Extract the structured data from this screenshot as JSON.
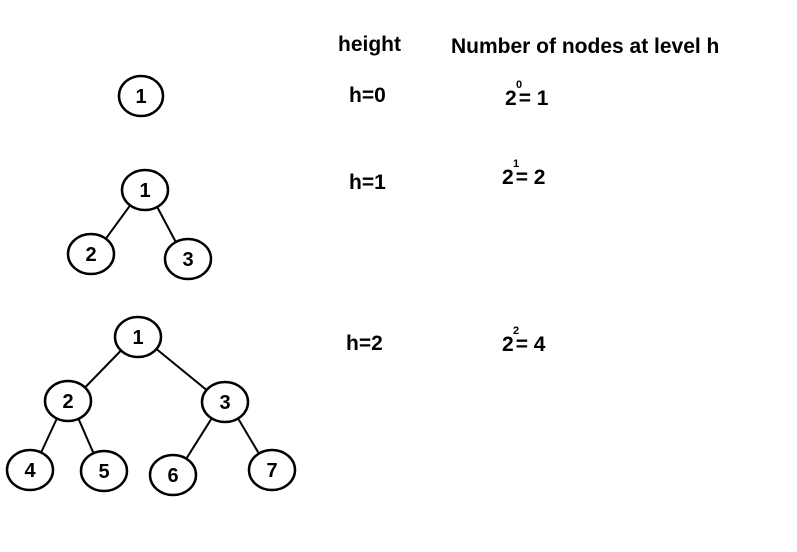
{
  "headers": {
    "height": "height",
    "count": "Number of nodes at level h"
  },
  "rows": [
    {
      "label": "h=0",
      "base": "2",
      "exponent": "0",
      "result": "= 1"
    },
    {
      "label": "h=1",
      "base": "2",
      "exponent": "1",
      "result": "= 2"
    },
    {
      "label": "h=2",
      "base": "2",
      "exponent": "2",
      "result": "= 4"
    }
  ],
  "trees": [
    {
      "nodes": [
        "1"
      ],
      "edges": []
    },
    {
      "nodes": [
        "1",
        "2",
        "3"
      ],
      "edges": [
        [
          "1",
          "2"
        ],
        [
          "1",
          "3"
        ]
      ]
    },
    {
      "nodes": [
        "1",
        "2",
        "3",
        "4",
        "5",
        "6",
        "7"
      ],
      "edges": [
        [
          "1",
          "2"
        ],
        [
          "1",
          "3"
        ],
        [
          "2",
          "4"
        ],
        [
          "2",
          "5"
        ],
        [
          "3",
          "6"
        ],
        [
          "3",
          "7"
        ]
      ]
    }
  ],
  "colors": {
    "stroke": "#000000",
    "fill": "#ffffff",
    "text": "#000000"
  }
}
